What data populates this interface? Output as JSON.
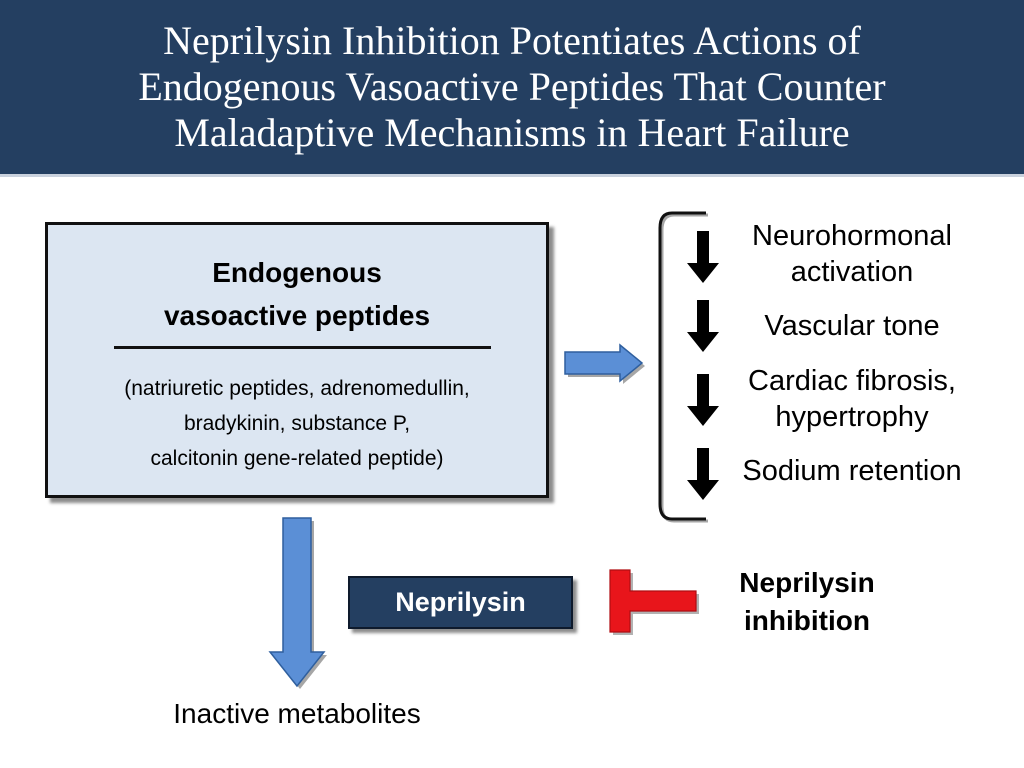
{
  "title": "Neprilysin Inhibition Potentiates Actions of\nEndogenous Vasoactive Peptides That Counter\nMaladaptive Mechanisms in Heart Failure",
  "peptide_box": {
    "heading": "Endogenous\nvasoactive peptides",
    "examples": "(natriuretic peptides, adrenomedullin,\nbradykinin, substance P,\ncalcitonin gene-related peptide)"
  },
  "effects": [
    "Neurohormonal\nactivation",
    "Vascular tone",
    "Cardiac fibrosis,\nhypertrophy",
    "Sodium retention"
  ],
  "enzyme_label": "Neprilysin",
  "inhibitor_label": "Neprilysin\ninhibition",
  "product_label": "Inactive metabolites",
  "colors": {
    "title_bar": "#243f61",
    "peptide_box_fill": "#dce6f2",
    "flow_arrow": "#5b8fd6",
    "inhibition_symbol": "#e8151b",
    "enzyme_box": "#243f61",
    "down_arrow": "#000000"
  },
  "icons": {
    "flow_arrow": "right-arrow-icon",
    "conversion_arrow": "down-arrow-icon",
    "inhibition": "t-bar-inhibition-icon",
    "decrease": "black-down-arrow-icon"
  }
}
